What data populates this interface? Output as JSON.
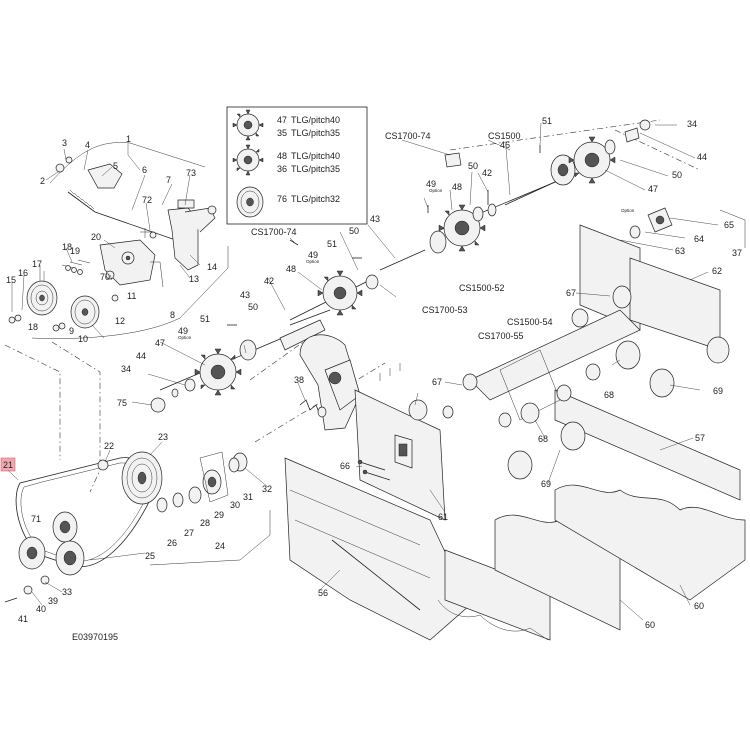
{
  "drawing_code": "E03970195",
  "highlighted_callout": "21",
  "accent_color": "#e06070",
  "legend": [
    {
      "num": "47",
      "text": "TLG/pitch40"
    },
    {
      "num": "35",
      "text": "TLG/pitch35"
    },
    {
      "num": "48",
      "text": "TLG/pitch40"
    },
    {
      "num": "36",
      "text": "TLG/pitch35"
    },
    {
      "num": "76",
      "text": "TLG/pitch32"
    }
  ],
  "option_label": "Option",
  "assembly_labels": [
    "CS1700-74",
    "CS1500",
    "CS1700-74",
    "CS1500-52",
    "CS1700-53",
    "CS1500-54",
    "CS1700-55"
  ],
  "callouts": [
    "1",
    "2",
    "3",
    "4",
    "5",
    "6",
    "7",
    "8",
    "9",
    "10",
    "11",
    "12",
    "13",
    "14",
    "15",
    "16",
    "17",
    "18",
    "18",
    "19",
    "20",
    "21",
    "22",
    "23",
    "24",
    "25",
    "26",
    "27",
    "28",
    "29",
    "30",
    "31",
    "32",
    "33",
    "34",
    "34",
    "37",
    "38",
    "39",
    "40",
    "41",
    "42",
    "42",
    "43",
    "43",
    "44",
    "44",
    "46",
    "47",
    "47",
    "48",
    "48",
    "49",
    "49",
    "49",
    "50",
    "50",
    "50",
    "50",
    "51",
    "51",
    "51",
    "56",
    "57",
    "60",
    "60",
    "61",
    "62",
    "63",
    "64",
    "65",
    "66",
    "67",
    "67",
    "68",
    "68",
    "69",
    "69",
    "70",
    "71",
    "72",
    "73",
    "75"
  ]
}
